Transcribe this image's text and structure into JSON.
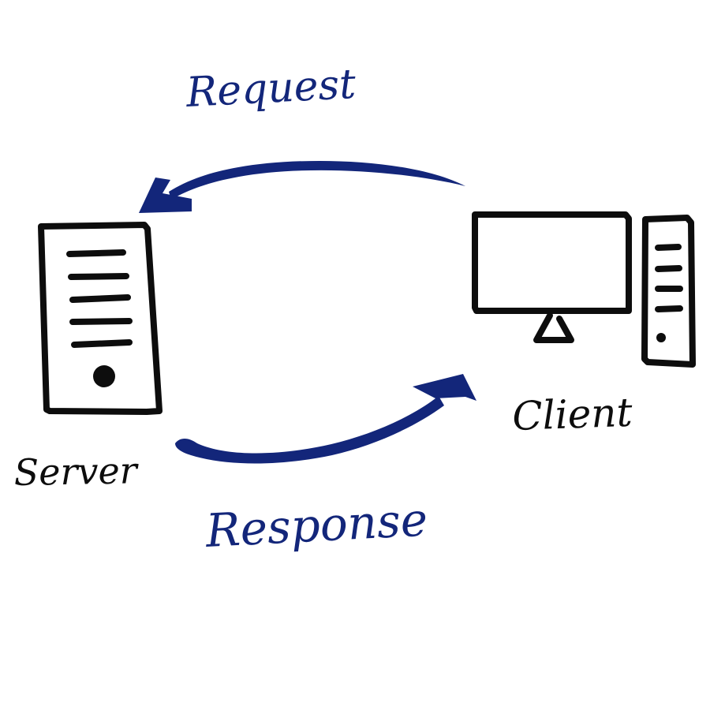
{
  "diagram": {
    "nodes": {
      "server": {
        "label": "Server"
      },
      "client": {
        "label": "Client"
      }
    },
    "edges": {
      "request": {
        "label": "Request",
        "from": "Client",
        "to": "Server"
      },
      "response": {
        "label": "Response",
        "from": "Server",
        "to": "Client"
      }
    },
    "colors": {
      "ink": "#0d0d0d",
      "arrow": "#13267a"
    }
  }
}
